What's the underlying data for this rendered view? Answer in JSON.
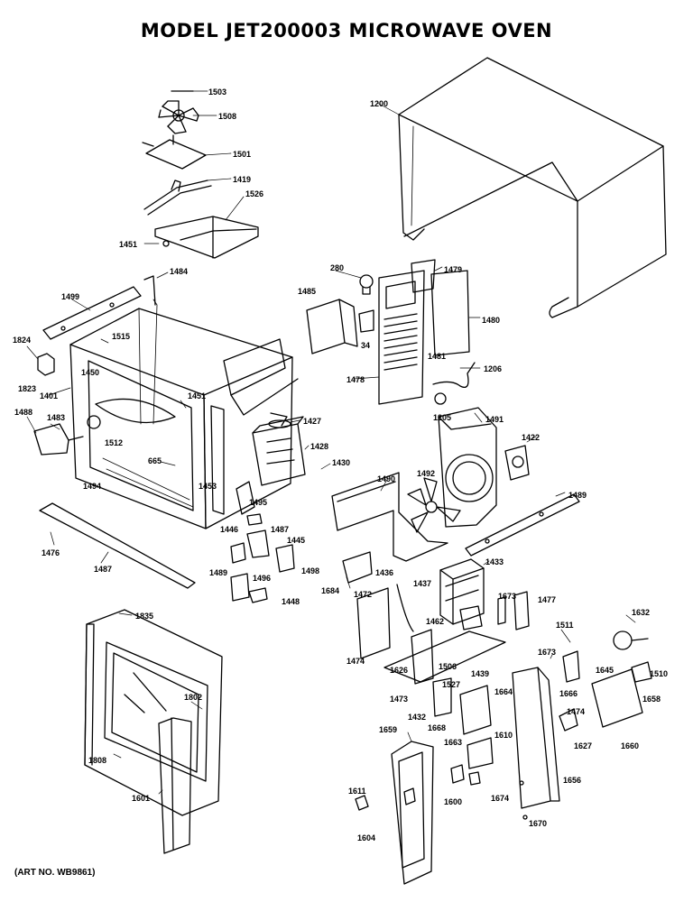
{
  "title": "MODEL JET200003  MICROWAVE OVEN",
  "art_number": "(ART NO. WB9861)",
  "part_labels": {
    "p1503": "1503",
    "p1508": "1508",
    "p1501": "1501",
    "p1419": "1419",
    "p1526": "1526",
    "p1451a": "1451",
    "p1200": "1200",
    "p1484": "1484",
    "p280": "280",
    "p1479": "1479",
    "p1485": "1485",
    "p1480": "1480",
    "p34": "34",
    "p1499": "1499",
    "p1515": "1515",
    "p1824": "1824",
    "p1823": "1823",
    "p1450": "1450",
    "p1401": "1401",
    "p1451b": "1451",
    "p1478": "1478",
    "p1481": "1481",
    "p1206": "1206",
    "p1205": "1205",
    "p1427": "1427",
    "p1491": "1491",
    "p1488": "1488",
    "p1483": "1483",
    "p1512": "1512",
    "p1428": "1428",
    "p1422": "1422",
    "p665": "665",
    "p1430": "1430",
    "p1494": "1494",
    "p1453a": "1453",
    "p1490": "1490",
    "p1492": "1492",
    "p1495": "1495",
    "p1489": "1489",
    "p1446": "1446",
    "p1487": "1487",
    "p1445": "1445",
    "p1476": "1476",
    "p1487b": "1487",
    "p1498": "1498",
    "p1489b": "1489",
    "p1496": "1496",
    "p1433": "1433",
    "p1684": "1684",
    "p1436": "1436",
    "p1437": "1437",
    "p1448": "1448",
    "p1472": "1472",
    "p1673": "1673",
    "p1477": "1477",
    "p1835": "1835",
    "p1632": "1632",
    "p1511": "1511",
    "p1462": "1462",
    "p1474": "1474",
    "p1626": "1626",
    "p1506": "1506",
    "p1439": "1439",
    "p1673b": "1673",
    "p1645": "1645",
    "p1510": "1510",
    "p1473": "1473",
    "p1527": "1527",
    "p1664": "1664",
    "p1666": "1666",
    "p1474b": "1474",
    "p1658": "1658",
    "p1432": "1432",
    "p1802": "1802",
    "p1668": "1668",
    "p1610": "1610",
    "p1627": "1627",
    "p1660": "1660",
    "p1659": "1659",
    "p1663": "1663",
    "p1808": "1808",
    "p1656": "1656",
    "p1601": "1601",
    "p1611": "1611",
    "p1600": "1600",
    "p1674": "1674",
    "p1670": "1670",
    "p1604": "1604"
  }
}
